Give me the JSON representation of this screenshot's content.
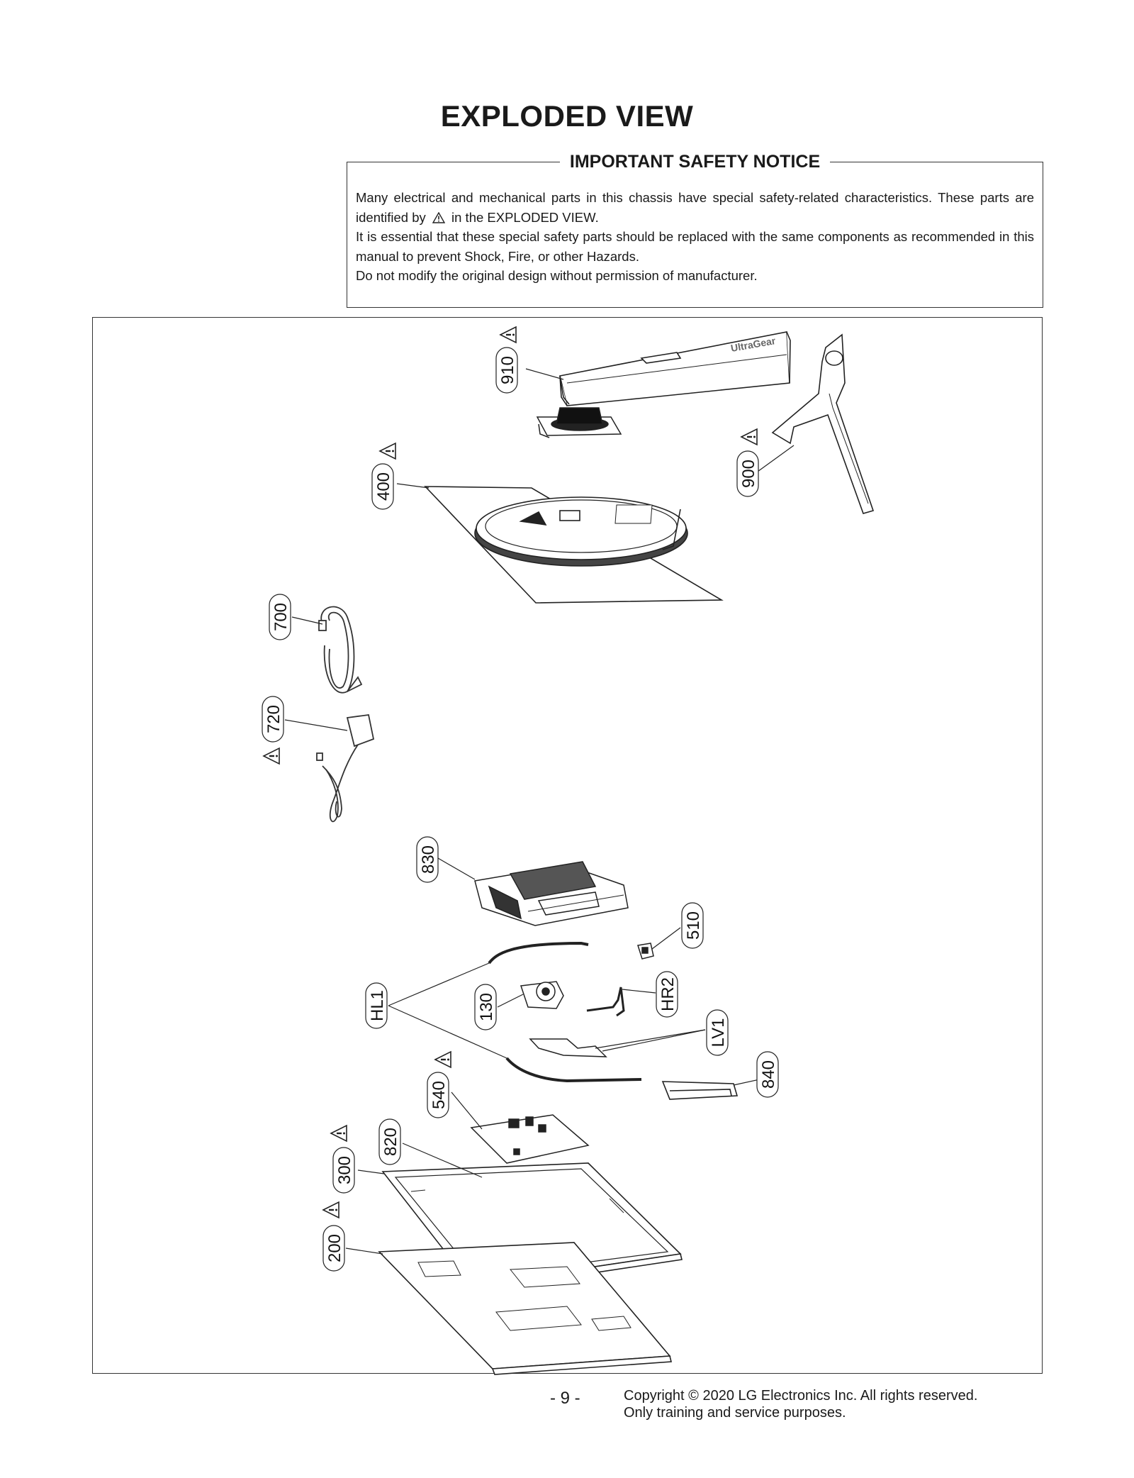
{
  "page": {
    "title": "EXPLODED VIEW",
    "page_number": "- 9 -",
    "copyright_line1": "Copyright © 2020 LG Electronics Inc. All rights reserved.",
    "copyright_line2": "Only training and service purposes."
  },
  "notice": {
    "title": "IMPORTANT SAFETY NOTICE",
    "line1a": "Many electrical and mechanical parts in this chassis have special safety-related characteristics. These parts are identified by",
    "line1b": "in the EXPLODED VIEW.",
    "line2": "It is essential that these special safety parts should be replaced with the same components as recommended in this manual to prevent Shock, Fire, or other Hazards.",
    "line3": "Do not modify the original design without permission of manufacturer."
  },
  "diagram": {
    "brand_text": "UltraGear",
    "callouts": {
      "c910": "910",
      "c900": "900",
      "c400": "400",
      "c700": "700",
      "c720": "720",
      "c830": "830",
      "c510": "510",
      "cHL1": "HL1",
      "c130": "130",
      "cHR2": "HR2",
      "cLV1": "LV1",
      "c840": "840",
      "c540": "540",
      "c820": "820",
      "c300": "300",
      "c200": "200"
    },
    "safety_marked_parts": [
      "910",
      "900",
      "400",
      "720",
      "540",
      "300",
      "200"
    ],
    "icons": [
      "warning-triangle-icon"
    ]
  }
}
